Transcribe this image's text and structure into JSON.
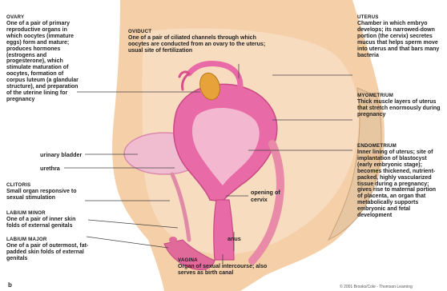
{
  "labels": {
    "ovary": {
      "title": "OVARY",
      "body": "One of a pair of primary reproductive organs in which oocytes (immature eggs) form and mature; produces hormones (estrogens and progesterone), which stimulate maturation of oocytes, formation of corpus luteum (a glandular structure), and preparation of the uterine lining for pregnancy"
    },
    "oviduct": {
      "title": "OVIDUCT",
      "body": "One of a pair of ciliated channels through which oocytes are conducted from an ovary to the uterus; usual site of fertilization"
    },
    "uterus": {
      "title": "UTERUS",
      "body": "Chamber in which embryo develops; its narrowed-down portion (the cervix) secretes mucus that helps sperm move into uterus and that bars many bacteria"
    },
    "myometrium": {
      "title": "MYOMETRIUM",
      "body": "Thick muscle layers of uterus that stretch enormously during pregnancy"
    },
    "endometrium": {
      "title": "ENDOMETRIUM",
      "body": "Inner lining of uterus; site of implantation of blastocyst (early embryonic stage); becomes thickened, nutrient-packed, highly vascularized tissue during a pregnancy; gives rise to maternal portion of placenta, an organ that metabolically supports embryonic and fetal development"
    },
    "clitoris": {
      "title": "CLITORIS",
      "body": "Small organ responsive to sexual stimulation"
    },
    "labium_minor": {
      "title": "LABIUM MINOR",
      "body": "One of a pair of inner skin folds of external genitals"
    },
    "labium_major": {
      "title": "LABIUM MAJOR",
      "body": "One of a pair of outermost, fat-padded skin folds of external genitals"
    },
    "vagina": {
      "title": "VAGINA",
      "body": "Organ of sexual intercourse; also serves as birth canal"
    },
    "urinary_bladder": "urinary bladder",
    "urethra": "urethra",
    "opening_of_cervix": "opening of cervix",
    "anus": "anus"
  },
  "figure_letter": "b",
  "copyright": "© 2001 Brooks/Cole - Thomson Learning",
  "colors": {
    "slide_background": "#0a1a6b",
    "tissue_pink": "#e86aa6",
    "tissue_light": "#f3b8cf",
    "skin": "#f4cfa8",
    "ovary_orange": "#e8a23a"
  }
}
